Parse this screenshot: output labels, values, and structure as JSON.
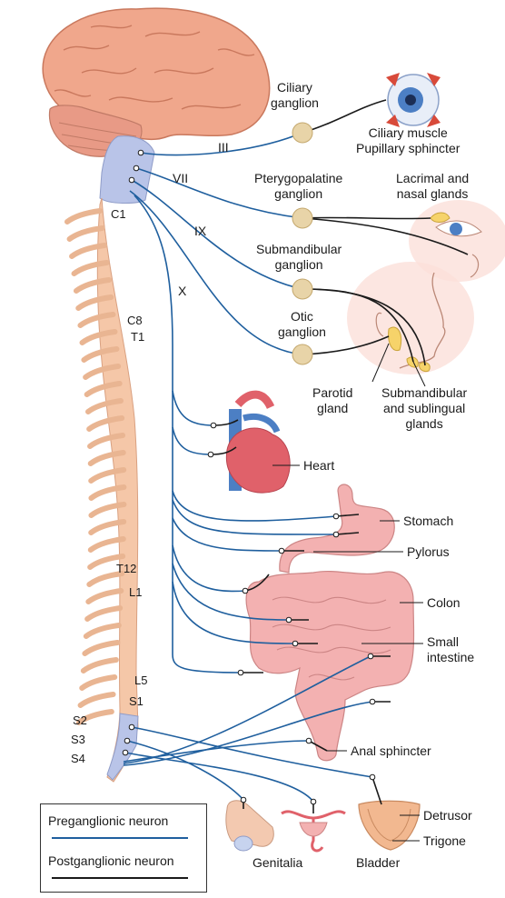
{
  "colors": {
    "preganglionic": "#1f5f9e",
    "postganglionic": "#1a1a1a",
    "spine": "#f5c7a8",
    "brainstem": "#b9c4e8",
    "organ": "#f3b1b1",
    "gland": "#f6d36a"
  },
  "cranial_nerves": [
    "III",
    "VII",
    "IX",
    "X"
  ],
  "spinal_levels": [
    "C1",
    "C8",
    "T1",
    "T12",
    "L1",
    "L5",
    "S1",
    "S2",
    "S3",
    "S4"
  ],
  "ganglia": {
    "ciliary": "Ciliary\nganglion",
    "pterygopalatine": "Pterygopalatine\nganglion",
    "submandibular": "Submandibular\nganglion",
    "otic": "Otic\nganglion"
  },
  "targets": {
    "eye": "Ciliary muscle\nPupillary sphincter",
    "lacrimal": "Lacrimal and\nnasal glands",
    "parotid": "Parotid\ngland",
    "submand_glands": "Submandibular\nand sublingual\nglands",
    "heart": "Heart",
    "stomach": "Stomach",
    "pylorus": "Pylorus",
    "colon": "Colon",
    "small_intestine": "Small\nintestine",
    "anal_sphincter": "Anal sphincter",
    "genitalia": "Genitalia",
    "bladder": "Bladder",
    "detrusor": "Detrusor",
    "trigone": "Trigone"
  },
  "legend": {
    "pre": "Preganglionic neuron",
    "post": "Postganglionic neuron"
  }
}
